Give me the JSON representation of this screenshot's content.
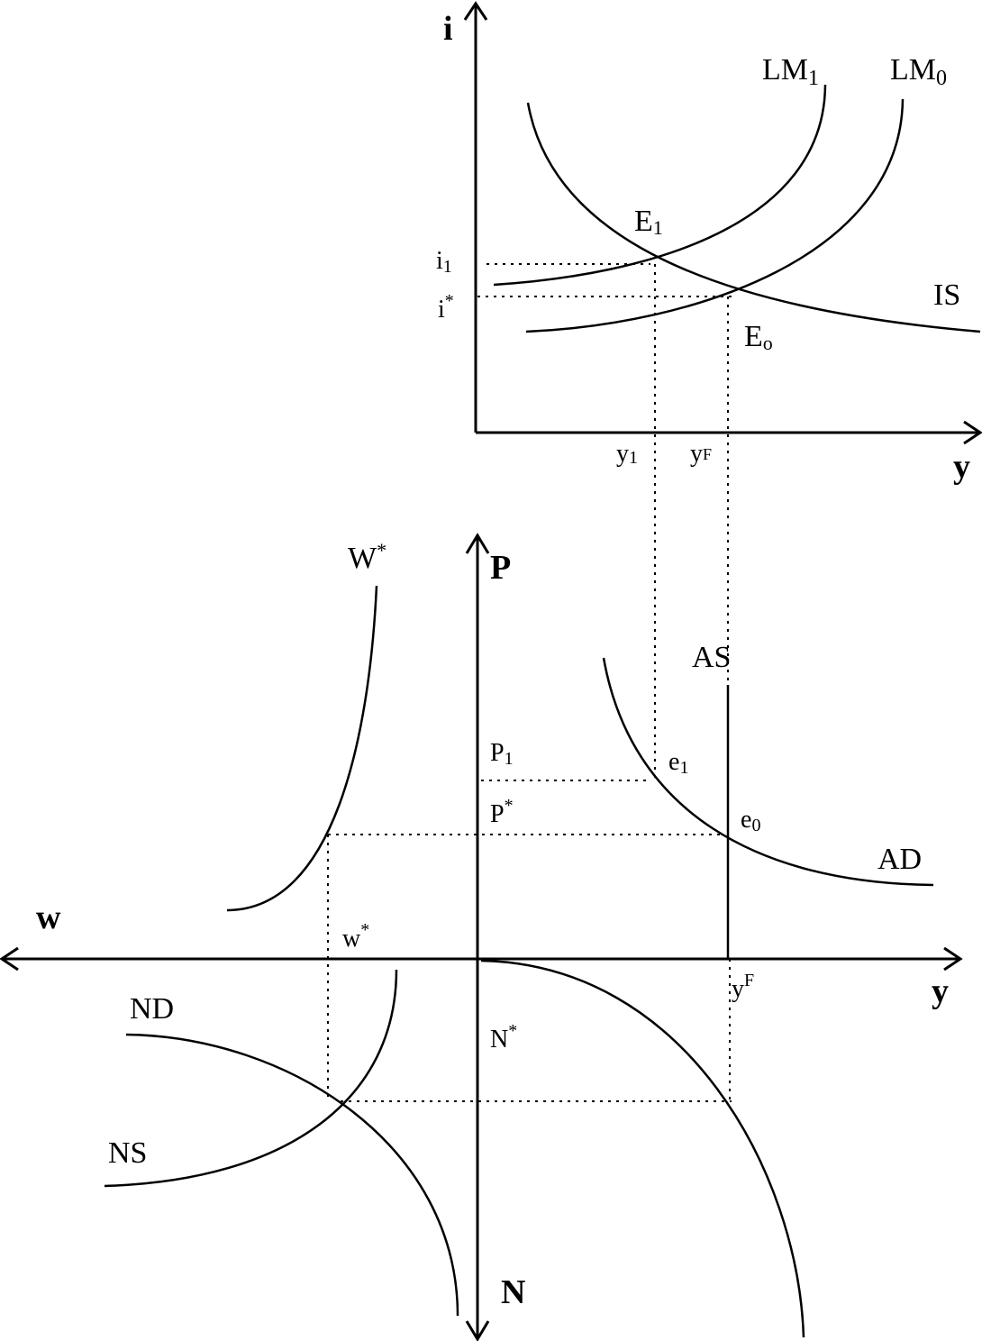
{
  "top_panel": {
    "y_axis_label": "i",
    "x_axis_label": "y",
    "curves": {
      "lm1": "LM",
      "lm1_sub": "1",
      "lm0": "LM",
      "lm0_sub": "0",
      "is": "IS"
    },
    "points": {
      "e1": "E",
      "e1_sub": "1",
      "e0": "E",
      "e0_sub": "o"
    },
    "ticks": {
      "i1": "i",
      "i1_sub": "1",
      "istar": "i",
      "istar_sup": "*",
      "y1": "y",
      "y1_sub": "1",
      "yf": "y",
      "yf_sub": "F"
    }
  },
  "price_panel": {
    "y_axis_label": "P",
    "curves": {
      "as": "AS",
      "ad": "AD",
      "wstar": "W",
      "wstar_sup": "*"
    },
    "points": {
      "e1": "e",
      "e1_sub": "1",
      "e0": "e",
      "e0_sub": "0"
    },
    "ticks": {
      "p1": "P",
      "p1_sub": "1",
      "pstar": "P",
      "pstar_sup": "*"
    }
  },
  "middle_axis": {
    "left_label": "w",
    "right_label": "y",
    "ticks": {
      "wstar": "w",
      "wstar_sup": "*",
      "yf": "y",
      "yf_sup": "F"
    }
  },
  "labor_panel": {
    "y_axis_label": "N",
    "curves": {
      "nd": "ND",
      "ns": "NS"
    },
    "ticks": {
      "nstar": "N",
      "nstar_sup": "*"
    }
  }
}
